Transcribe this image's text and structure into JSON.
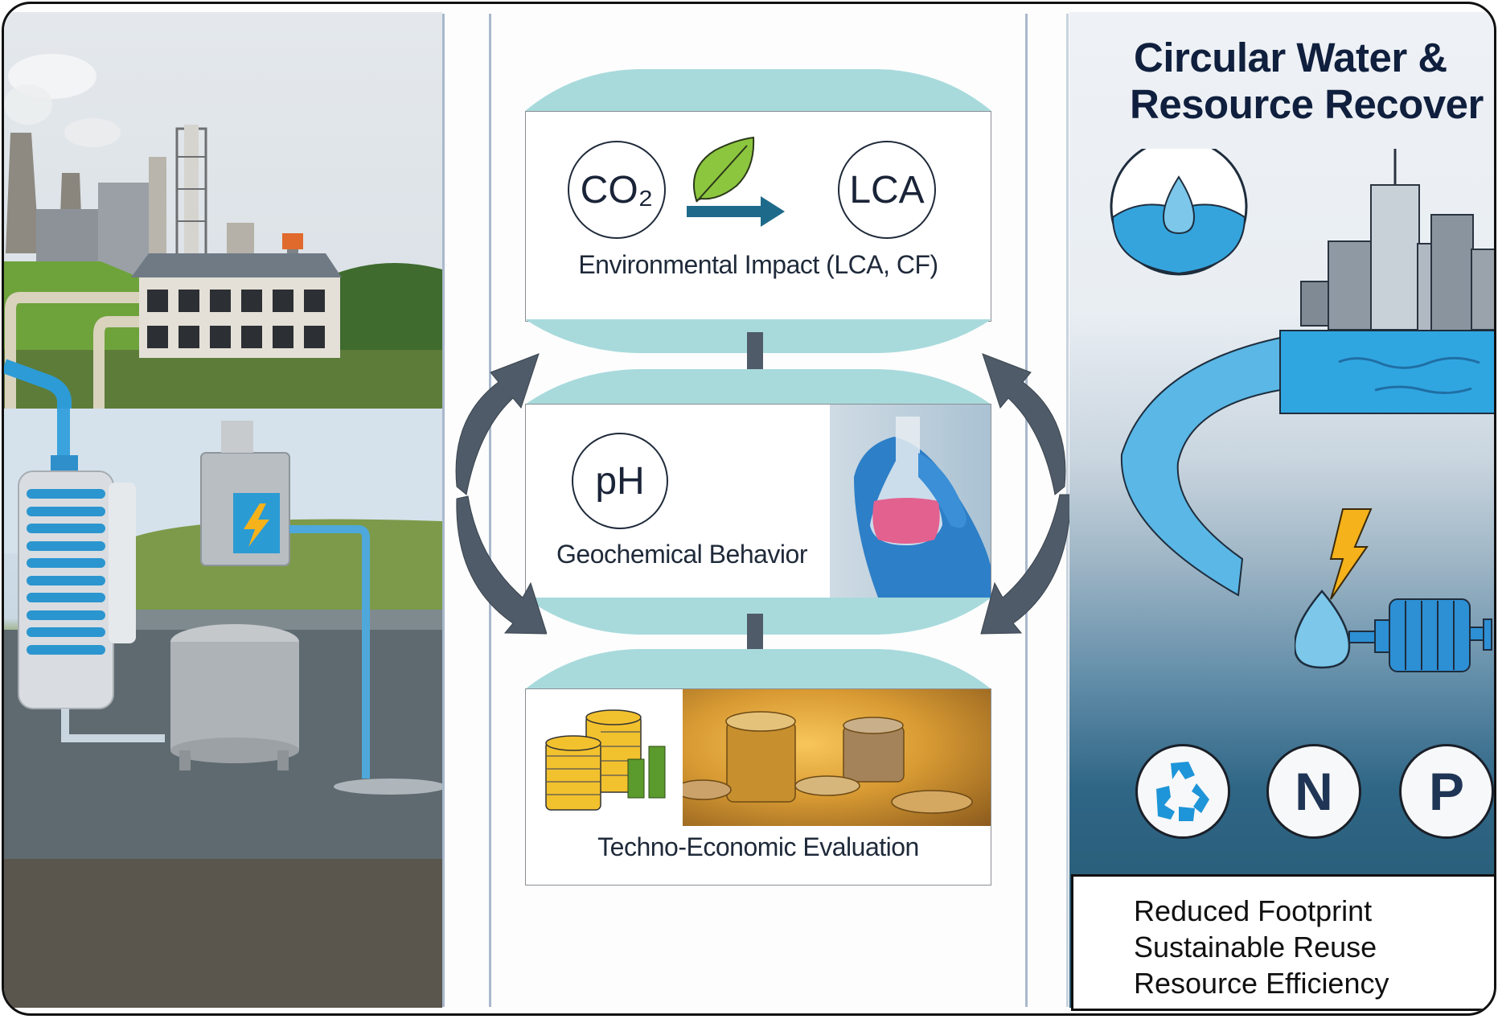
{
  "diagram": {
    "left_panel": {
      "top_image": "industrial-plant-photo",
      "bottom_image": "electrochemical-water-treatment-photo"
    },
    "stages": [
      {
        "id": "environmental",
        "label": "Environmental Impact (LCA, CF)",
        "badges": [
          "CO₂",
          "LCA"
        ],
        "icons": [
          "leaf-icon",
          "right-arrow-icon"
        ]
      },
      {
        "id": "geochemical",
        "label": "Geochemical Behavior",
        "badges": [
          "pH"
        ],
        "icons": [
          "flask-photo"
        ]
      },
      {
        "id": "economic",
        "label": "Techno-Economic Evaluation",
        "badges": [],
        "icons": [
          "coin-stack-icon",
          "bar-chart-icon",
          "coins-photo"
        ]
      }
    ],
    "right_panel": {
      "title_line1": "Circular Water &",
      "title_line2": "Resource Recover",
      "nutrients": [
        "N",
        "P"
      ],
      "benefits": [
        "Reduced Footprint",
        "Sustainable Reuse",
        "Resource Efficiency"
      ]
    },
    "colors": {
      "stage_cap": "#a8dadc",
      "arrow": "#4f5b68",
      "title": "#0f1f3d",
      "water_blue": "#2ea3dc",
      "bolt": "#f6b21b",
      "leaf": "#8cc63f",
      "flow_arrow": "#1e6a8a"
    }
  }
}
